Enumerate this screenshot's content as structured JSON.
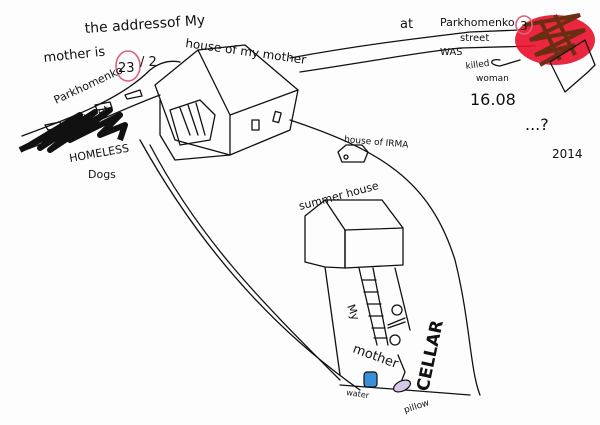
{
  "labels": {
    "address_line1": "the addressof My",
    "address_line2": "mother is",
    "house_number": "23",
    "house_fraction": "/ 2",
    "street_name": "Parkhomenko",
    "street_word": "street",
    "homeless": "HOMELESS",
    "dogs": "Dogs",
    "house_of_mother": "house of my mother",
    "at": "at",
    "street_name_2": "Parkhomenko",
    "house_number_2": "3",
    "street_word_2": "street",
    "was": "WAS",
    "killed": "killed",
    "woman": "woman",
    "date": "16.08",
    "question": "...?",
    "year": "2014",
    "house_of_irma": "house of IRMA",
    "summer_house": "summer house",
    "my": "My",
    "mother": "mother",
    "cellar": "CELLAR",
    "water": "water",
    "pillow": "pillow"
  },
  "colors": {
    "ink": "#111111",
    "circle": "#e0607a",
    "blood_red": "#e8102a",
    "brown": "#6b2e12",
    "water_blue": "#3a8fd8",
    "pillow_purple": "#d8c8e8"
  }
}
